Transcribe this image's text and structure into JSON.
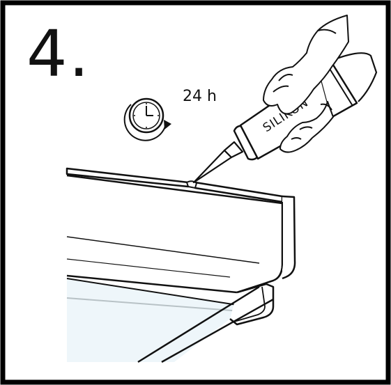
{
  "instruction": {
    "step_number": "4.",
    "wait_time": "24 h",
    "tube_label": "SILIKON"
  },
  "icons": {
    "timer": "clock-with-circular-arrow-icon",
    "tool": "silicone-caulk-tube-icon",
    "hands": "hands-holding-tube-icon"
  },
  "colors": {
    "line": "#111111",
    "glass": "#eef6fa",
    "border": "#000000"
  }
}
